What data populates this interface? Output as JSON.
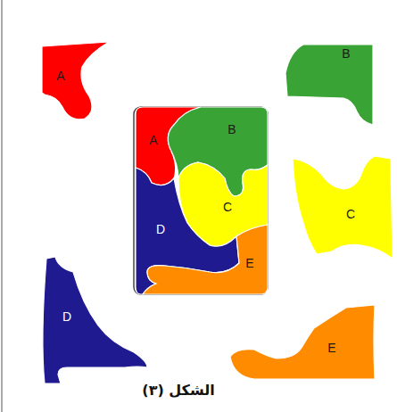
{
  "diagram": {
    "caption": "الشكل (٣)",
    "nodes": [
      {
        "text": [
          "A"
        ]
      },
      {
        "text": [
          "B"
        ]
      },
      {
        "text": [
          "A"
        ]
      },
      {
        "text": [
          "B"
        ]
      },
      {
        "text": [
          "C"
        ]
      },
      {
        "text": [
          "C"
        ]
      },
      {
        "text": [
          "D"
        ]
      },
      {
        "text": [
          "E"
        ]
      },
      {
        "text": [
          "D"
        ]
      },
      {
        "text": [
          "E"
        ]
      }
    ]
  }
}
